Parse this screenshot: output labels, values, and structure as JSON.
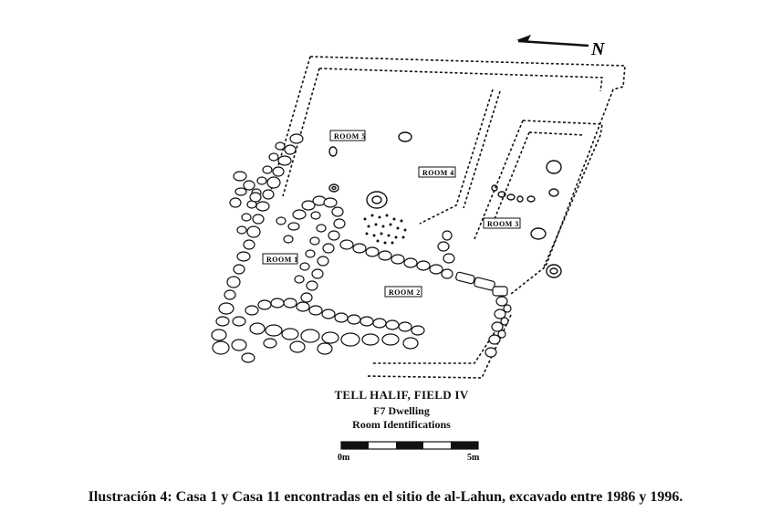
{
  "north": {
    "label": "N"
  },
  "rooms": [
    {
      "id": "room-1",
      "label": "ROOM 1"
    },
    {
      "id": "room-2",
      "label": "ROOM 2"
    },
    {
      "id": "room-3",
      "label": "ROOM 3"
    },
    {
      "id": "room-4",
      "label": "ROOM 4"
    },
    {
      "id": "room-5",
      "label": "ROOM 5"
    }
  ],
  "title": {
    "main": "TELL HALIF,  FIELD IV",
    "line2": "F7  Dwelling",
    "line3": "Room Identifications"
  },
  "scale": {
    "start": "0m",
    "end": "5m"
  },
  "caption": "Ilustración 4: Casa 1 y Casa 11 encontradas en el sitio de al-Lahun, excavado entre 1986 y 1996."
}
